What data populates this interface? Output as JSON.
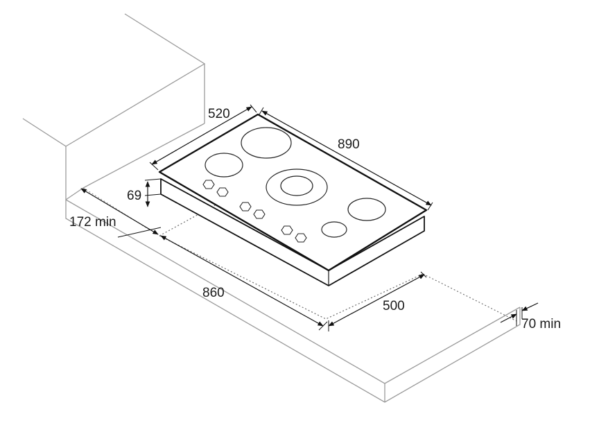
{
  "dimensions": {
    "hob_depth": "520",
    "hob_width": "890",
    "hob_height": "69",
    "rear_clearance": "172 min",
    "cutout_width": "860",
    "cutout_depth": "500",
    "front_clearance": "70 min"
  },
  "colors": {
    "outline": "#111111",
    "structure": "#9a9a9a",
    "background": "#ffffff"
  }
}
